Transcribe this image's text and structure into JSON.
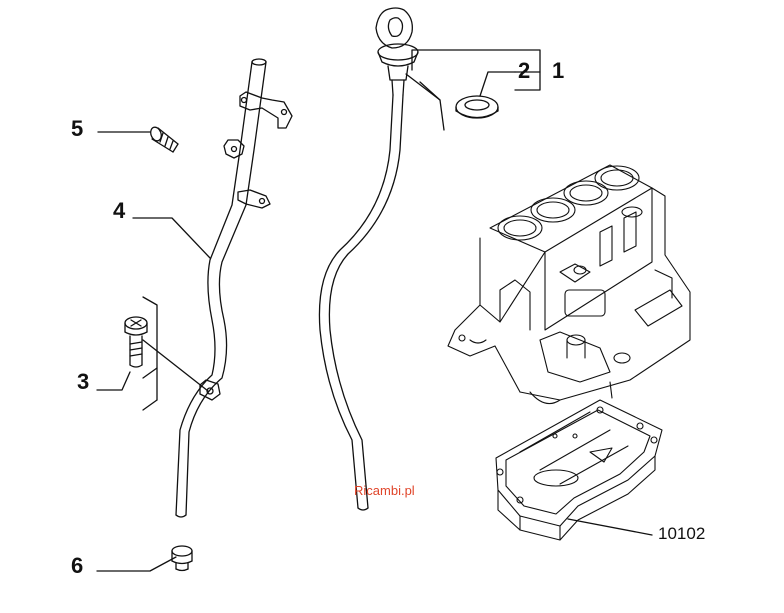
{
  "diagram": {
    "callouts": {
      "part_1": "1",
      "part_2": "2",
      "part_3": "3",
      "part_4": "4",
      "part_5": "5",
      "part_6": "6"
    },
    "reference_number": "10102",
    "watermark": "Ricambi.pl",
    "colors": {
      "line": "#111111",
      "watermark": "#e0452a",
      "background": "#ffffff"
    }
  }
}
